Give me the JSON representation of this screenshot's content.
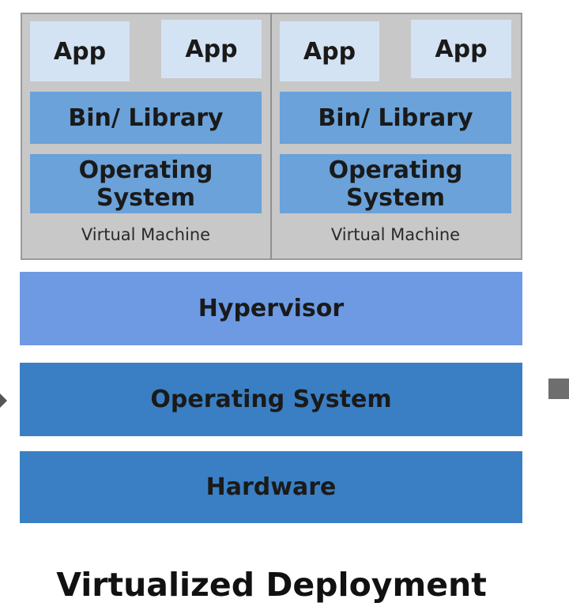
{
  "vms": [
    {
      "apps": [
        "App",
        "App"
      ],
      "library": "Bin/ Library",
      "os": "Operating System",
      "label": "Virtual Machine"
    },
    {
      "apps": [
        "App",
        "App"
      ],
      "library": "Bin/ Library",
      "os": "Operating System",
      "label": "Virtual Machine"
    }
  ],
  "layers": {
    "hypervisor": "Hypervisor",
    "host_os": "Operating System",
    "hardware": "Hardware"
  },
  "caption": "Virtualized Deployment",
  "colors": {
    "app": "#d4e3f3",
    "library": "#6aa2d9",
    "hypervisor": "#6d9ae3",
    "host_os": "#3a7fc4",
    "hardware": "#3a7fc4",
    "vm_background": "#c8c8c8"
  }
}
